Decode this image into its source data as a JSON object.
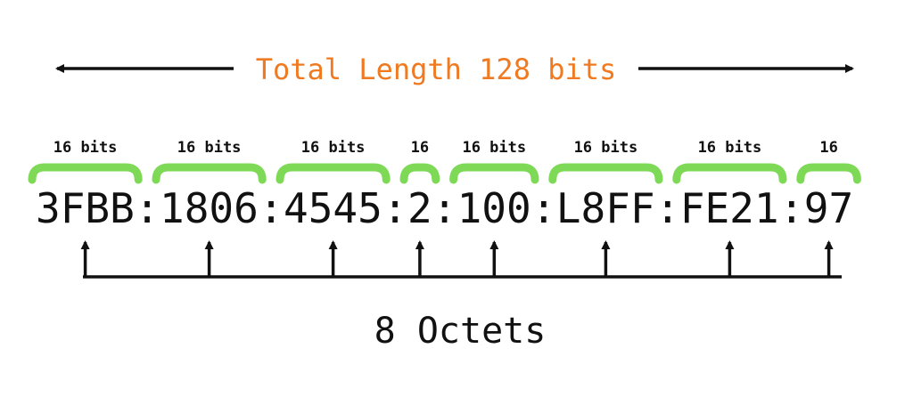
{
  "title": "Total Length 128 bits",
  "address": {
    "separator": ":",
    "segments": [
      {
        "text": "3FBB",
        "bits_label": "16 bits"
      },
      {
        "text": "1806",
        "bits_label": "16 bits"
      },
      {
        "text": "4545",
        "bits_label": "16 bits"
      },
      {
        "text": "2",
        "bits_label": "16"
      },
      {
        "text": "100",
        "bits_label": "16 bits"
      },
      {
        "text": "L8FF",
        "bits_label": "16 bits"
      },
      {
        "text": "FE21",
        "bits_label": "16 bits"
      },
      {
        "text": "97",
        "bits_label": "16"
      }
    ]
  },
  "footer_label": "8 Octets",
  "colors": {
    "title": "#ef7a22",
    "bracket": "#7ed957",
    "text": "#111111"
  }
}
